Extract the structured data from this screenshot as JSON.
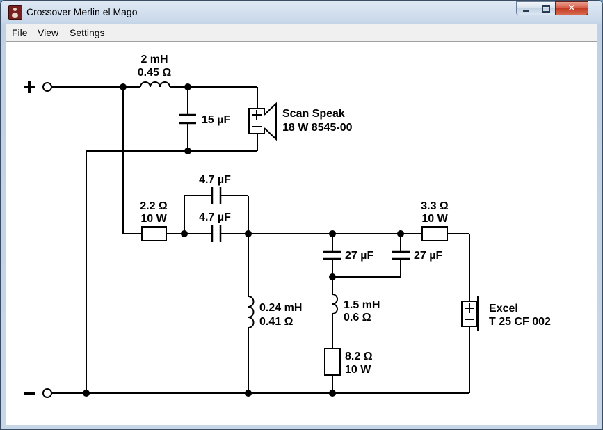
{
  "window": {
    "title": "Crossover Merlin el Mago"
  },
  "menu": {
    "items": [
      "File",
      "View",
      "Settings"
    ]
  },
  "terminals": {
    "plus": "+",
    "minus": "−"
  },
  "woofer": {
    "inductor": {
      "l1": "2 mH",
      "l2": "0.45 Ω"
    },
    "capacitor": "15 µF",
    "speaker": {
      "l1": "Scan Speak",
      "l2": "18 W 8545-00"
    }
  },
  "tweeter": {
    "resistor_in": {
      "l1": "2.2 Ω",
      "l2": "10 W"
    },
    "cap_top": "4.7 µF",
    "cap_bottom": "4.7 µF",
    "inductor_shunt": {
      "l1": "0.24 mH",
      "l2": "0.41 Ω"
    },
    "cap_a": "27 µF",
    "cap_b": "27 µF",
    "inductor_b": {
      "l1": "1.5 mH",
      "l2": "0.6 Ω"
    },
    "resistor_shunt": {
      "l1": "8.2 Ω",
      "l2": "10 W"
    },
    "resistor_out": {
      "l1": "3.3 Ω",
      "l2": "10 W"
    },
    "speaker": {
      "l1": "Excel",
      "l2": "T 25 CF 002"
    }
  }
}
